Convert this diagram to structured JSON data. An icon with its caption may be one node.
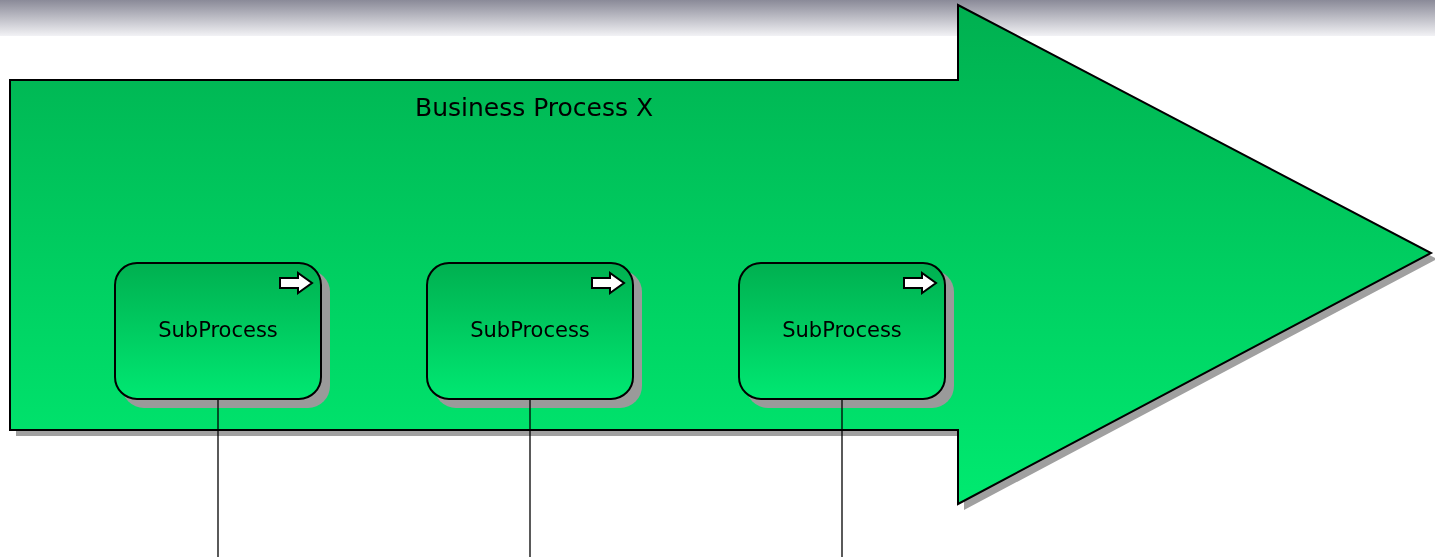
{
  "diagram": {
    "nodes": [
      {
        "text": [
          "Business Process X"
        ]
      },
      {
        "text": [
          "SubProcess"
        ],
        "in": 0
      },
      {
        "text": [
          "SubProcess"
        ],
        "in": 0
      },
      {
        "text": [
          "SubProcess"
        ],
        "in": 0
      }
    ],
    "edges": [
      {
        "from": 1,
        "to": null,
        "arrow": "none"
      },
      {
        "from": 2,
        "to": null,
        "arrow": "none"
      },
      {
        "from": 3,
        "to": null,
        "arrow": "none"
      }
    ]
  }
}
